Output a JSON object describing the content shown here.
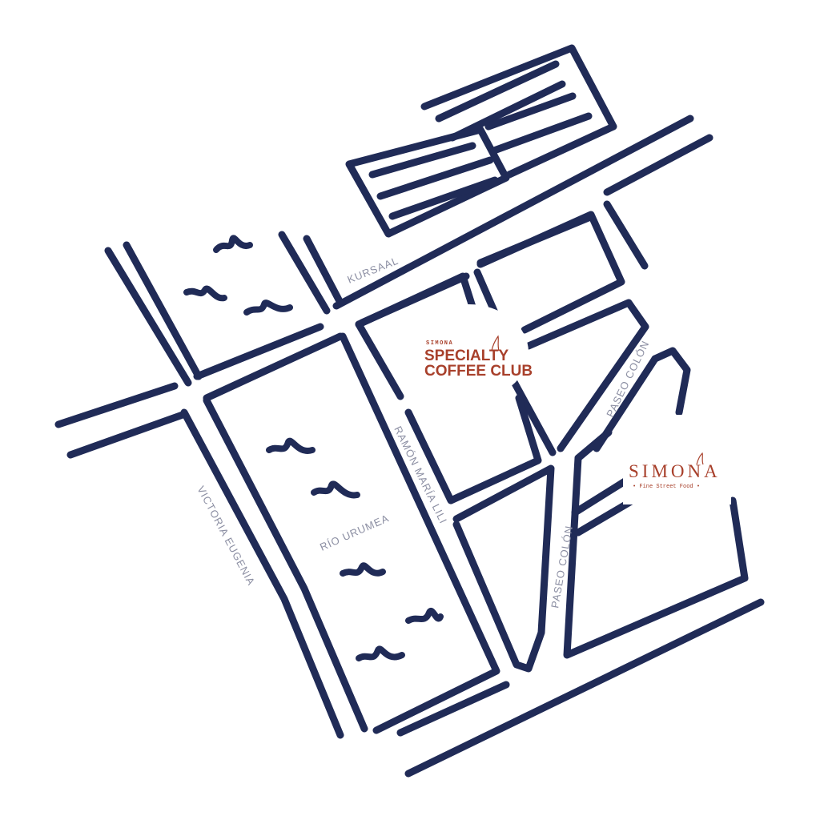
{
  "map": {
    "street_labels": {
      "kursaal": "KURSAAL",
      "victoria_eugenia": "VICTORIA EUGENIA",
      "rio_urumea": "RÍO URUMEA",
      "ramon_maria_lili": "RAMÓN MARÍA LILI",
      "paseo_colon_upper": "PASEO COLÓN",
      "paseo_colon_lower": "PASEO COLÓN"
    },
    "locations": {
      "coffee_club": {
        "brand": "SIMONA",
        "line1": "SPECIALTY",
        "line2": "COFFEE CLUB"
      },
      "simona": {
        "name": "SIMONA",
        "tagline": "• Fine Street Food •"
      }
    },
    "colors": {
      "ink": "#202b57",
      "accent": "#a8402b",
      "label": "#8c8fa3",
      "background": "#ffffff"
    }
  }
}
